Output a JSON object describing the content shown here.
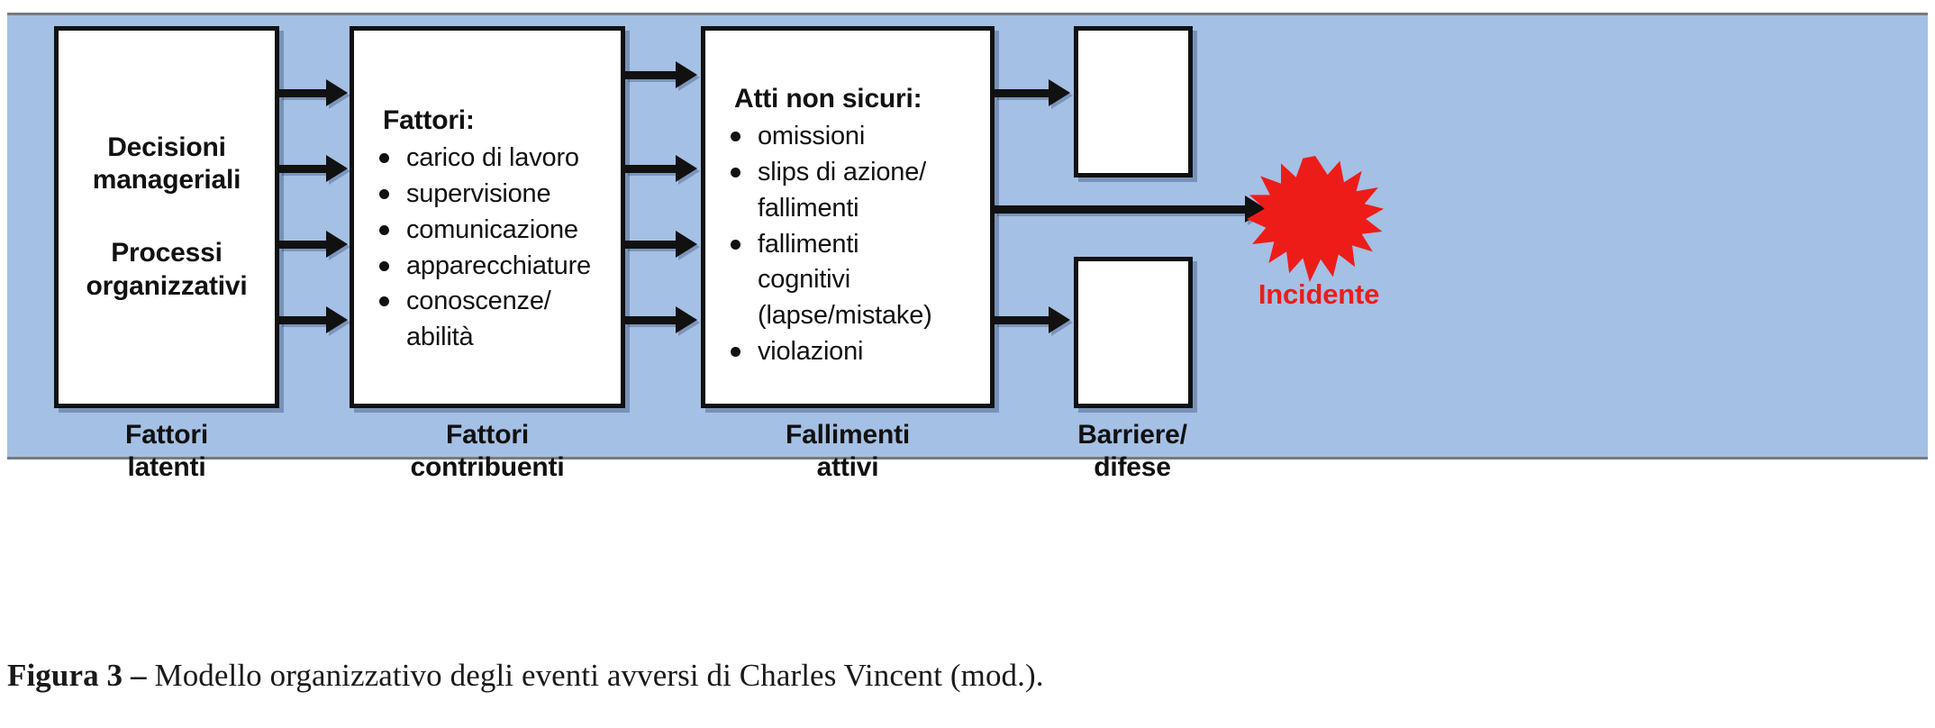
{
  "figure": {
    "caption_label": "Figura 3 –",
    "caption_text": "Modello organizzativo degli eventi avversi di Charles Vincent (mod.)."
  },
  "colors": {
    "panel_background": "#a4c0e4",
    "box_background": "#ffffff",
    "box_border": "#111111",
    "incident_red": "#ee1c19",
    "text": "#111111"
  },
  "diagram": {
    "type": "flow",
    "stages": [
      {
        "id": "latent",
        "caption_line1": "Fattori",
        "caption_line2": "latenti",
        "heading_line1": "Decisioni",
        "heading_line2": "manageriali",
        "heading2_line1": "Processi",
        "heading2_line2": "organizzativi"
      },
      {
        "id": "contributing",
        "caption_line1": "Fattori",
        "caption_line2": "contribuenti",
        "title": "Fattori:",
        "items": [
          "carico di lavoro",
          "supervisione",
          "comunicazione",
          "apparecchiature",
          "conoscenze/",
          "abilità"
        ]
      },
      {
        "id": "active",
        "caption_line1": "Fallimenti",
        "caption_line2": "attivi",
        "title": "Atti non sicuri:",
        "items": [
          "omissioni",
          "slips di azione/",
          "fallimenti",
          "fallimenti",
          "cognitivi",
          "(lapse/mistake)",
          "violazioni"
        ]
      },
      {
        "id": "barriers",
        "caption_line1": "Barriere/",
        "caption_line2": "difese"
      }
    ],
    "outcome": {
      "label": "Incidente",
      "shape": "starburst-icon"
    }
  }
}
